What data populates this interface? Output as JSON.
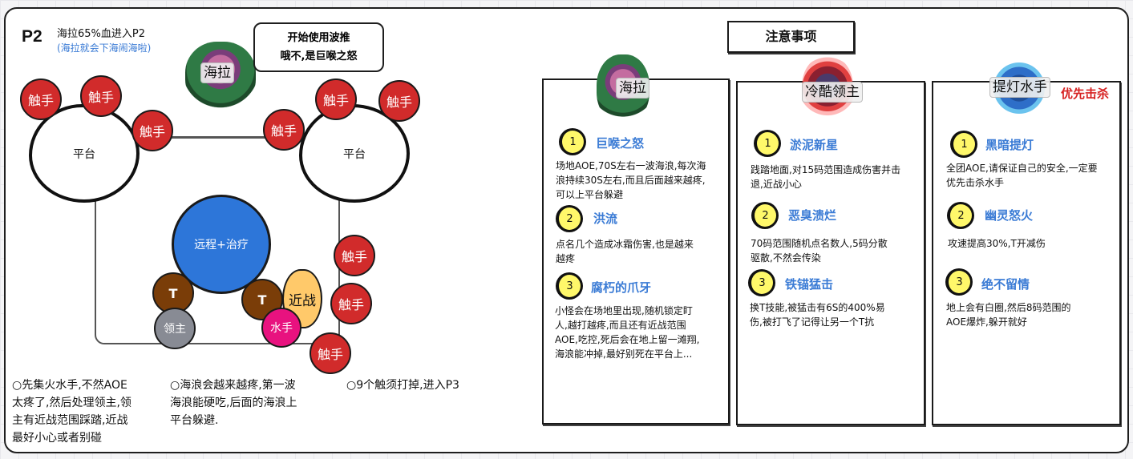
{
  "left_panel": {
    "phase": "P2",
    "title": "海拉65%血进入P2",
    "subtitle": "(海拉就会下海闹海啦)",
    "boss_label": "海拉",
    "speech_bubble": {
      "line1": "开始使用波推",
      "line2": "哦不,是巨喉之怒"
    },
    "platform_left": "平台",
    "platform_right": "平台",
    "tentacle_label": "触手",
    "ranged_heal": "远程+治疗",
    "tank_left": "T",
    "tank_right": "T",
    "lord": "领主",
    "sailor": "水手",
    "melee": "近战",
    "notes": [
      {
        "bullet": "○",
        "lines": [
          "先集火水手,不然AOE",
          "太疼了,然后处理领主,领",
          "主有近战范围踩踏,近战",
          "最好小心或者别碰"
        ]
      },
      {
        "bullet": "○",
        "lines": [
          "海浪会越来越疼,第一波",
          "海浪能硬吃,后面的海浪上",
          "平台躲避."
        ]
      },
      {
        "bullet": "○",
        "lines": [
          "9个触须打掉,进入P3"
        ]
      }
    ]
  },
  "right_panel": {
    "title": "注意事项",
    "cards": [
      {
        "name": "海拉",
        "skills": [
          {
            "num": "1",
            "name": "巨喉之怒",
            "desc": [
              "场地AOE,70S左右一波海浪,每次海",
              "浪持续30S左右,而且后面越来越疼,",
              "可以上平台躲避"
            ]
          },
          {
            "num": "2",
            "name": "洪流",
            "desc": [
              "点名几个造成冰霜伤害,也是越来",
              "越疼"
            ]
          },
          {
            "num": "3",
            "name": "腐朽的爪牙",
            "desc": [
              "小怪会在场地里出现,随机锁定盯",
              "人,越打越疼,而且还有近战范围",
              "AOE,吃控,死后会在地上留一滩翔,",
              "海浪能冲掉,最好别死在平台上..."
            ]
          }
        ]
      },
      {
        "name": "冷酷领主",
        "skills": [
          {
            "num": "1",
            "name": "淤泥新星",
            "desc": [
              "践踏地面,对15码范围造成伤害并击",
              "退,近战小心"
            ]
          },
          {
            "num": "2",
            "name": "恶臭溃烂",
            "desc": [
              "70码范围随机点名数人,5码分散",
              "驱散,不然会传染"
            ]
          },
          {
            "num": "3",
            "name": "铁锚猛击",
            "desc": [
              "换T技能,被猛击有6S的400%易",
              "伤,被打飞了记得让另一个T抗"
            ]
          }
        ]
      },
      {
        "name": "提灯水手",
        "priority": "优先击杀",
        "skills": [
          {
            "num": "1",
            "name": "黑暗提灯",
            "desc": [
              "全团AOE,请保证自己的安全,一定要",
              "优先击杀水手"
            ]
          },
          {
            "num": "2",
            "name": "幽灵怒火",
            "desc": [
              "攻速提高30%,T开减伤"
            ]
          },
          {
            "num": "3",
            "name": "绝不留情",
            "desc": [
              "地上会有白圈,然后8码范围的",
              "AOE爆炸,躲开就好"
            ]
          }
        ]
      }
    ]
  },
  "colors": {
    "tentacle": "#d12b2b",
    "ranged": "#2d76d9",
    "tank": "#7a3d08",
    "lord": "#888b94",
    "sailor": "#e8127f",
    "melee": "#ffc96a",
    "skill_name": "#3a7bd5",
    "priority": "#d62020",
    "number_badge": "#fff86a"
  }
}
